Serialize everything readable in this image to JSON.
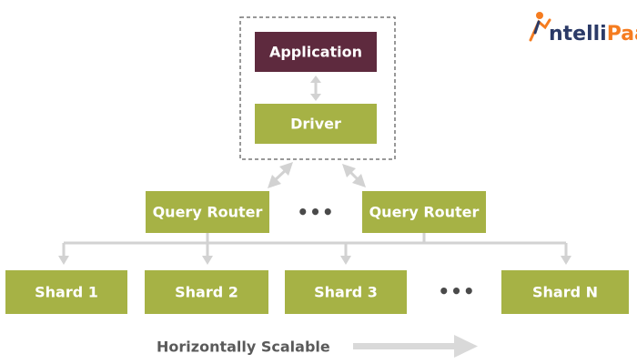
{
  "colors": {
    "application_fill": "#5e2a3e",
    "node_fill": "#a6b245",
    "connector": "#d2d2d2",
    "dashed_border": "#777777",
    "text_dark": "#5a5a5a",
    "logo_orange": "#f57c20",
    "logo_blue": "#2b3a67"
  },
  "logo": {
    "part1": "ntelli",
    "part2": "Paat",
    "icon": "person-leaping-logo-icon"
  },
  "client_group": {
    "application_label": "Application",
    "driver_label": "Driver"
  },
  "routers": [
    {
      "label": "Query Router"
    },
    {
      "label": "Query Router"
    }
  ],
  "router_ellipsis": "•••",
  "shards": [
    {
      "label": "Shard 1"
    },
    {
      "label": "Shard 2"
    },
    {
      "label": "Shard 3"
    },
    {
      "label": "Shard N"
    }
  ],
  "shard_ellipsis": "•••",
  "footer": {
    "label": "Horizontally Scalable",
    "arrow_icon": "right-arrow-icon"
  }
}
